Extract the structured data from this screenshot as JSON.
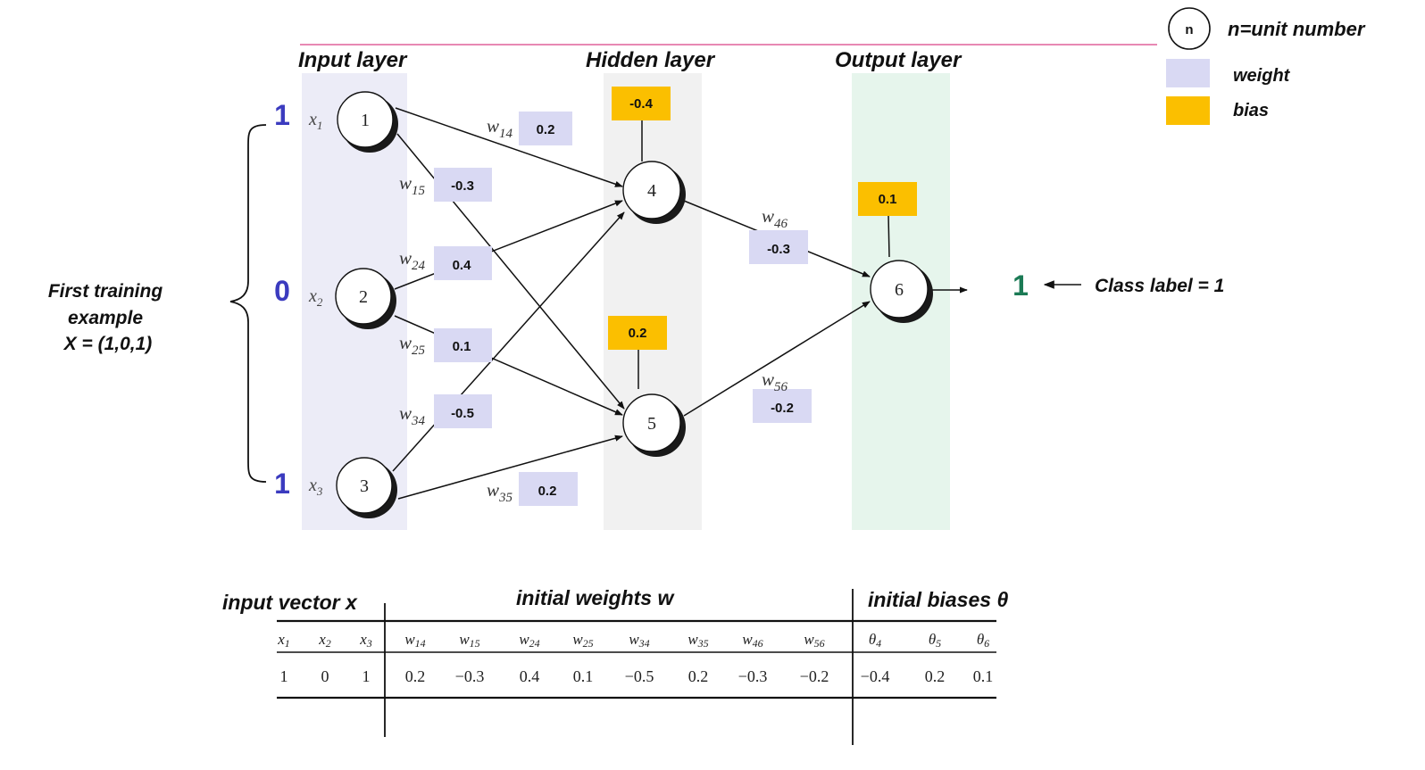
{
  "legend": {
    "unit_symbol": "n",
    "unit_label": "n=unit number",
    "weight_label": "weight",
    "bias_label": "bias",
    "weight_color": "#d9d9f3",
    "bias_color": "#fbbf00"
  },
  "layers": {
    "input": "Input layer",
    "hidden": "Hidden layer",
    "output": "Output layer"
  },
  "example": {
    "line1": "First training",
    "line2": "example",
    "line3": "X = (1,0,1)"
  },
  "inputs": [
    {
      "value": "1",
      "var": "x",
      "sub": "1",
      "unit": "1"
    },
    {
      "value": "0",
      "var": "x",
      "sub": "2",
      "unit": "2"
    },
    {
      "value": "1",
      "var": "x",
      "sub": "3",
      "unit": "3"
    }
  ],
  "hidden_units": [
    "4",
    "5"
  ],
  "output_unit": "6",
  "weights": {
    "w14": {
      "sym": "w",
      "sub": "14",
      "value": "0.2"
    },
    "w15": {
      "sym": "w",
      "sub": "15",
      "value": "-0.3"
    },
    "w24": {
      "sym": "w",
      "sub": "24",
      "value": "0.4"
    },
    "w25": {
      "sym": "w",
      "sub": "25",
      "value": "0.1"
    },
    "w34": {
      "sym": "w",
      "sub": "34",
      "value": "-0.5"
    },
    "w35": {
      "sym": "w",
      "sub": "35",
      "value": "0.2"
    },
    "w46": {
      "sym": "w",
      "sub": "46",
      "value": "-0.3"
    },
    "w56": {
      "sym": "w",
      "sub": "56",
      "value": "-0.2"
    }
  },
  "biases": {
    "b4": "-0.4",
    "b5": "0.2",
    "b6": "0.1"
  },
  "output": {
    "value": "1",
    "class_label": "Class label = 1"
  },
  "table": {
    "group_input": "input vector x",
    "group_weights": "initial weights w",
    "group_biases": "initial biases θ",
    "headers": [
      {
        "sym": "x",
        "sub": "1"
      },
      {
        "sym": "x",
        "sub": "2"
      },
      {
        "sym": "x",
        "sub": "3"
      },
      {
        "sym": "w",
        "sub": "14"
      },
      {
        "sym": "w",
        "sub": "15"
      },
      {
        "sym": "w",
        "sub": "24"
      },
      {
        "sym": "w",
        "sub": "25"
      },
      {
        "sym": "w",
        "sub": "34"
      },
      {
        "sym": "w",
        "sub": "35"
      },
      {
        "sym": "w",
        "sub": "46"
      },
      {
        "sym": "w",
        "sub": "56"
      },
      {
        "sym": "θ",
        "sub": "4"
      },
      {
        "sym": "θ",
        "sub": "5"
      },
      {
        "sym": "θ",
        "sub": "6"
      }
    ],
    "values": [
      "1",
      "0",
      "1",
      "0.2",
      "−0.3",
      "0.4",
      "0.1",
      "−0.5",
      "0.2",
      "−0.3",
      "−0.2",
      "−0.4",
      "0.2",
      "0.1"
    ]
  }
}
